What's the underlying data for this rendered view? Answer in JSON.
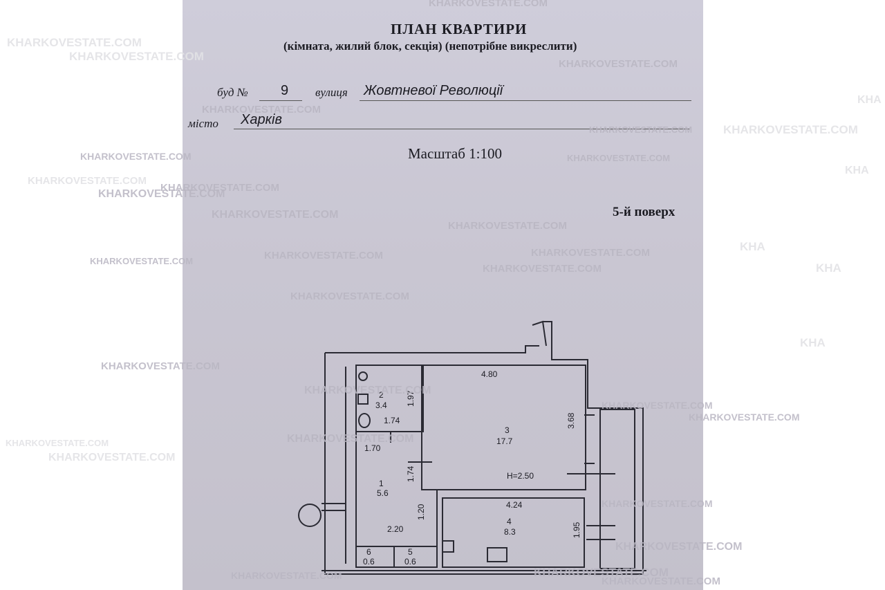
{
  "document": {
    "title": "ПЛАН КВАРТИРИ",
    "subtitle": "(кімната, жилий блок, секція) (непотрібне викреслити)",
    "house_label": "буд №",
    "house_number": "9",
    "street_label": "вулиця",
    "street": "Жовтневої Революції",
    "city_label": "місто",
    "city": "Харків",
    "scale": "Масштаб 1:100",
    "floor": "5-й поверх"
  },
  "plan": {
    "dimensions": {
      "d480": "4.80",
      "d368": "3.68",
      "d197": "1.97",
      "d174a": "1.74",
      "d170": "1.70",
      "d174b": "1.74",
      "d120": "1.20",
      "d220": "2.20",
      "d424": "4.24",
      "d195": "1.95",
      "height": "H=2.50"
    },
    "rooms": [
      {
        "number": "1",
        "area": "5.6"
      },
      {
        "number": "2",
        "area": "3.4"
      },
      {
        "number": "3",
        "area": "17.7"
      },
      {
        "number": "4",
        "area": "8.3"
      },
      {
        "number": "5",
        "area": "0.6"
      },
      {
        "number": "6",
        "area": "0.6"
      }
    ]
  },
  "watermark": {
    "text": "KHARKOVESTATE.COM",
    "text_cut": "KHA"
  }
}
